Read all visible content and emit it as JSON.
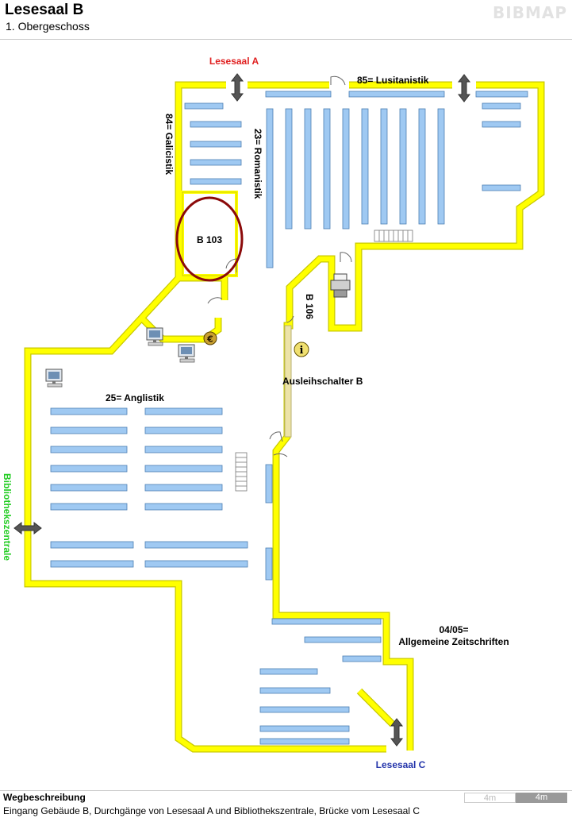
{
  "header": {
    "title": "Lesesaal B",
    "subtitle": "1. Obergeschoss",
    "logo": "BIBMAP"
  },
  "map": {
    "labels": {
      "lesesaal_a": "Lesesaal A",
      "lesesaal_c": "Lesesaal C",
      "bibliothekszentrale": "Bibliothekszentrale",
      "lusitanistik": "85= Lusitanistik",
      "galicistik": "84= Galicistik",
      "romanistik": "23= Romanistik",
      "b103": "B 103",
      "b106": "B 106",
      "ausleihschalter": "Ausleihschalter B",
      "anglistik": "25= Anglistik",
      "zeitschriften_code": "04/05=",
      "zeitschriften_name": "Allgemeine Zeitschriften"
    },
    "colors": {
      "wall": "#ffff00",
      "shelf": "#9fc9f2",
      "access_link": "#22cc22",
      "room_link": "#e02020",
      "room_link_c": "#2233aa",
      "highlight_ring": "#8b0a0a"
    },
    "icons": [
      "arrow-double-icon",
      "computer-icon",
      "printer-icon",
      "info-icon",
      "euro-icon",
      "stairs-icon",
      "door-icon"
    ]
  },
  "footer": {
    "title": "Wegbeschreibung",
    "text": "Eingang Gebäude B, Durchgänge von Lesesaal A und Bibliothekszentrale, Brücke vom Lesesaal C",
    "scale_a": "4m",
    "scale_b": "4m"
  }
}
